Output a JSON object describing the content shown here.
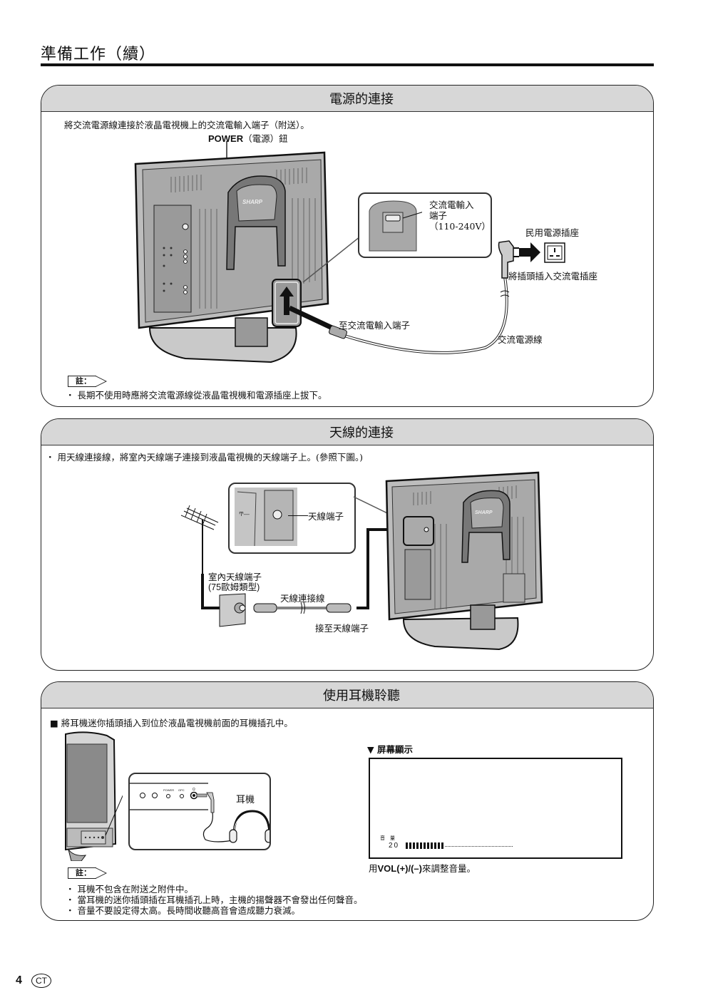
{
  "page": {
    "title": "準備工作（續）",
    "page_number": "4",
    "language_badge": "CT"
  },
  "power_section": {
    "heading": "電源的連接",
    "intro": "將交流電源線連接於液晶電視機上的交流電輸入端子（附送）。",
    "labels": {
      "power_button_bold": "POWER",
      "power_button_rest": "（電源）鈕",
      "ac_input_terminal_line1": "交流電輸入",
      "ac_input_terminal_line2": "端子",
      "ac_input_voltage": "（110-240V）",
      "household_outlet": "民用電源插座",
      "plug_into_outlet": "將插頭插入交流電插座",
      "to_ac_input": "至交流電輸入端子",
      "ac_cord": "交流電源線",
      "brand": "SHARP"
    },
    "note_label": "註：",
    "notes": [
      "長期不使用時應將交流電源線從液晶電視機和電源插座上拔下。"
    ]
  },
  "antenna_section": {
    "heading": "天線的連接",
    "intro": "用天線連接線，將室內天線端子連接到液晶電視機的天線端子上。(參照下圖。)",
    "labels": {
      "antenna_terminal": "天線端子",
      "indoor_antenna_terminal_line1": "室內天線端子",
      "indoor_antenna_terminal_line2": "(75歐姆類型)",
      "antenna_cable": "天線連接線",
      "to_antenna_terminal": "接至天線端子",
      "brand": "SHARP"
    }
  },
  "headphone_section": {
    "heading": "使用耳機聆聽",
    "intro": "■ 將耳機迷你插頭插入到位於液晶電視機前面的耳機插孔中。",
    "labels": {
      "headphones": "耳機",
      "panel_power": "POWER",
      "panel_opc": "OPC",
      "panel_headphone": "Ω"
    },
    "osd": {
      "heading": "▼ 屏幕顯示",
      "volume_label": "音　量",
      "volume_value": "20",
      "volume_fraction": 0.2,
      "instruction_prefix": "用",
      "instruction_bold": "VOL(+)/(–)",
      "instruction_suffix": "來調整音量。"
    },
    "note_label": "註：",
    "notes": [
      "耳機不包含在附送之附件中。",
      "當耳機的迷你插頭插在耳機插孔上時，主機的揚聲器不會發出任何聲音。",
      "音量不要設定得太高。長時間收聽高音會造成聽力衰減。"
    ]
  }
}
